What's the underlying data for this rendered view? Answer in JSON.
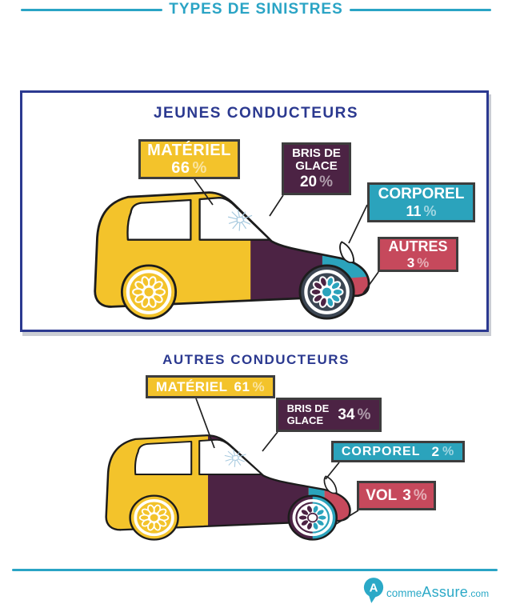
{
  "title": "TYPES DE SINISTRES",
  "colors": {
    "accent_teal": "#2AA4C5",
    "heading_indigo": "#2B3990",
    "materiel_yellow": "#F3C32B",
    "bris_de_glace_plum": "#4C2344",
    "corporel_teal": "#2BA3BC",
    "autres_vol_crimson": "#C6495C"
  },
  "sections": [
    {
      "heading": "JEUNES CONDUCTEURS",
      "labels": {
        "materiel": {
          "name": "MATÉRIEL",
          "value": "66",
          "unit": "%"
        },
        "bris": {
          "line1": "BRIS DE",
          "line2": "GLACE",
          "value": "20",
          "unit": "%"
        },
        "corporel": {
          "name": "CORPOREL",
          "value": "11",
          "unit": "%"
        },
        "autres": {
          "name": "AUTRES",
          "value": "3",
          "unit": "%"
        }
      }
    },
    {
      "heading": "AUTRES CONDUCTEURS",
      "labels": {
        "materiel": {
          "name": "MATÉRIEL",
          "value": "61",
          "unit": "%"
        },
        "bris": {
          "line1": "BRIS DE",
          "line2": "GLACE",
          "value": "34",
          "unit": "%"
        },
        "corporel": {
          "name": "CORPOREL",
          "value": "2",
          "unit": "%"
        },
        "vol": {
          "name": "VOL",
          "value": "3",
          "unit": "%"
        }
      }
    }
  ],
  "footer": {
    "logo_initial": "A",
    "logo_comme": "comme",
    "logo_assure": "Assure",
    "logo_domain": ".com"
  },
  "chart_data": [
    {
      "type": "pie",
      "title": "JEUNES CONDUCTEURS",
      "categories": [
        "MATÉRIEL",
        "BRIS DE GLACE",
        "CORPOREL",
        "AUTRES"
      ],
      "values": [
        66,
        20,
        11,
        3
      ],
      "unit": "%",
      "colors": [
        "#F3C32B",
        "#4C2344",
        "#2BA3BC",
        "#C6495C"
      ]
    },
    {
      "type": "pie",
      "title": "AUTRES CONDUCTEURS",
      "categories": [
        "MATÉRIEL",
        "BRIS DE GLACE",
        "CORPOREL",
        "VOL"
      ],
      "values": [
        61,
        34,
        2,
        3
      ],
      "unit": "%",
      "colors": [
        "#F3C32B",
        "#4C2344",
        "#2BA3BC",
        "#C6495C"
      ]
    }
  ]
}
